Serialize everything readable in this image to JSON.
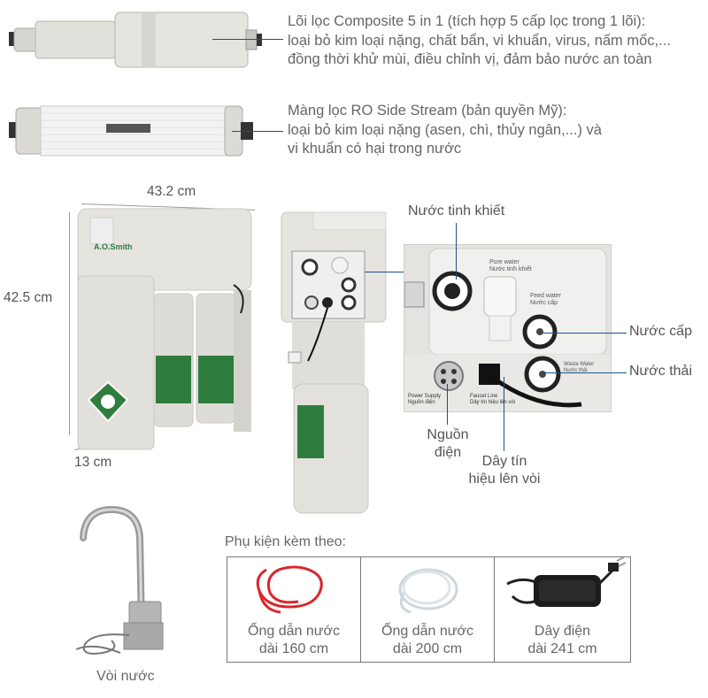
{
  "filters": [
    {
      "lines": [
        "Lõi lọc Composite 5 in 1 (tích hợp 5 cấp lọc trong 1 lõi):",
        "loại bỏ kim loại nặng, chất bẩn, vi khuẩn, virus, nấm mốc,...",
        "đồng thời khử mùi, điều chỉnh vị, đảm bảo nước an toàn"
      ]
    },
    {
      "lines": [
        "Màng lọc RO Side Stream (bản quyền Mỹ):",
        "loại bỏ kim loại nặng (asen, chì, thủy ngân,...) và",
        "vi khuẩn có hại trong nước"
      ]
    }
  ],
  "dimensions": {
    "width": "43.2 cm",
    "height": "42.5 cm",
    "depth": "13 cm"
  },
  "callouts": {
    "pure_water": "Nước tinh khiết",
    "feed_water": "Nước cấp",
    "waste_water": "Nước thải",
    "power": [
      "Nguồn",
      "điện"
    ],
    "faucet_signal": [
      "Dây tín",
      "hiệu lên vòi"
    ]
  },
  "panel_text": {
    "pure_water": "Pure water",
    "pure_water_vi": "Nước tinh khiết",
    "feed_water": "Feed water",
    "feed_water_vi": "Nước cấp",
    "waste_water": "Waste Water",
    "waste_water_vi": "Nước thải",
    "power_supply": "Power Supply",
    "power_supply_vi": "Nguồn điện",
    "faucet_line": "Faucet Line",
    "faucet_line_vi": "Dây tín hiệu lên vòi"
  },
  "brand": "A.O.Smith",
  "faucet": {
    "label": "Vòi nước"
  },
  "accessories": {
    "heading": "Phụ kiện kèm theo:",
    "items": [
      {
        "lines": [
          "Ống dẫn nước",
          "dài 160 cm"
        ]
      },
      {
        "lines": [
          "Ống dẫn nước",
          "dài 200 cm"
        ]
      },
      {
        "lines": [
          "Dây điện",
          "dài 241 cm"
        ]
      }
    ]
  },
  "colors": {
    "red_tube": "#d9262c",
    "clear_tube": "#e8eef2",
    "callout_line": "#1e4f8c",
    "housing": "#e3e1dc"
  }
}
